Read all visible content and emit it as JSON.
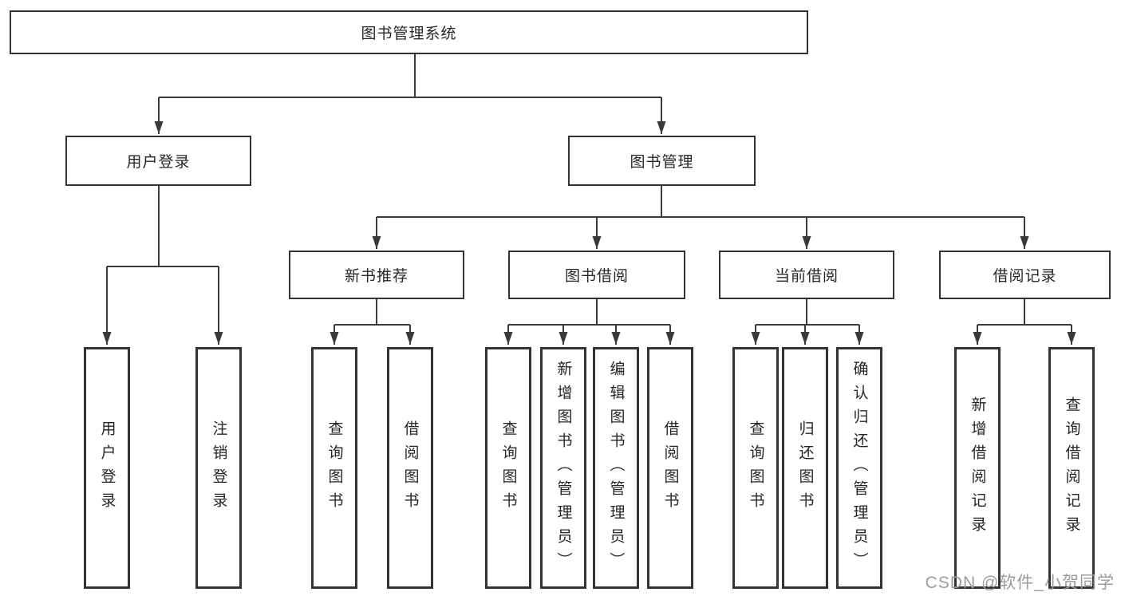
{
  "tree": {
    "label": "图书管理系统",
    "children": [
      {
        "label": "用户登录",
        "children": [
          {
            "label": "用户登录"
          },
          {
            "label": "注销登录"
          }
        ]
      },
      {
        "label": "图书管理",
        "children": [
          {
            "label": "新书推荐",
            "children": [
              {
                "label": "查询图书"
              },
              {
                "label": "借阅图书"
              }
            ]
          },
          {
            "label": "图书借阅",
            "children": [
              {
                "label": "查询图书"
              },
              {
                "label": "新增图书（管理员）"
              },
              {
                "label": "编辑图书（管理员）"
              },
              {
                "label": "借阅图书"
              }
            ]
          },
          {
            "label": "当前借阅",
            "children": [
              {
                "label": "查询图书"
              },
              {
                "label": "归还图书"
              },
              {
                "label": "确认归还（管理员）"
              }
            ]
          },
          {
            "label": "借阅记录",
            "children": [
              {
                "label": "新增借阅记录"
              },
              {
                "label": "查询借阅记录"
              }
            ]
          }
        ]
      }
    ]
  },
  "watermark": "CSDN @软件_小贺同学",
  "colors": {
    "line": "#3a3a3a",
    "box_border": "#333333",
    "text": "#262626",
    "watermark": "#9c9c9c",
    "background": "#ffffff"
  }
}
